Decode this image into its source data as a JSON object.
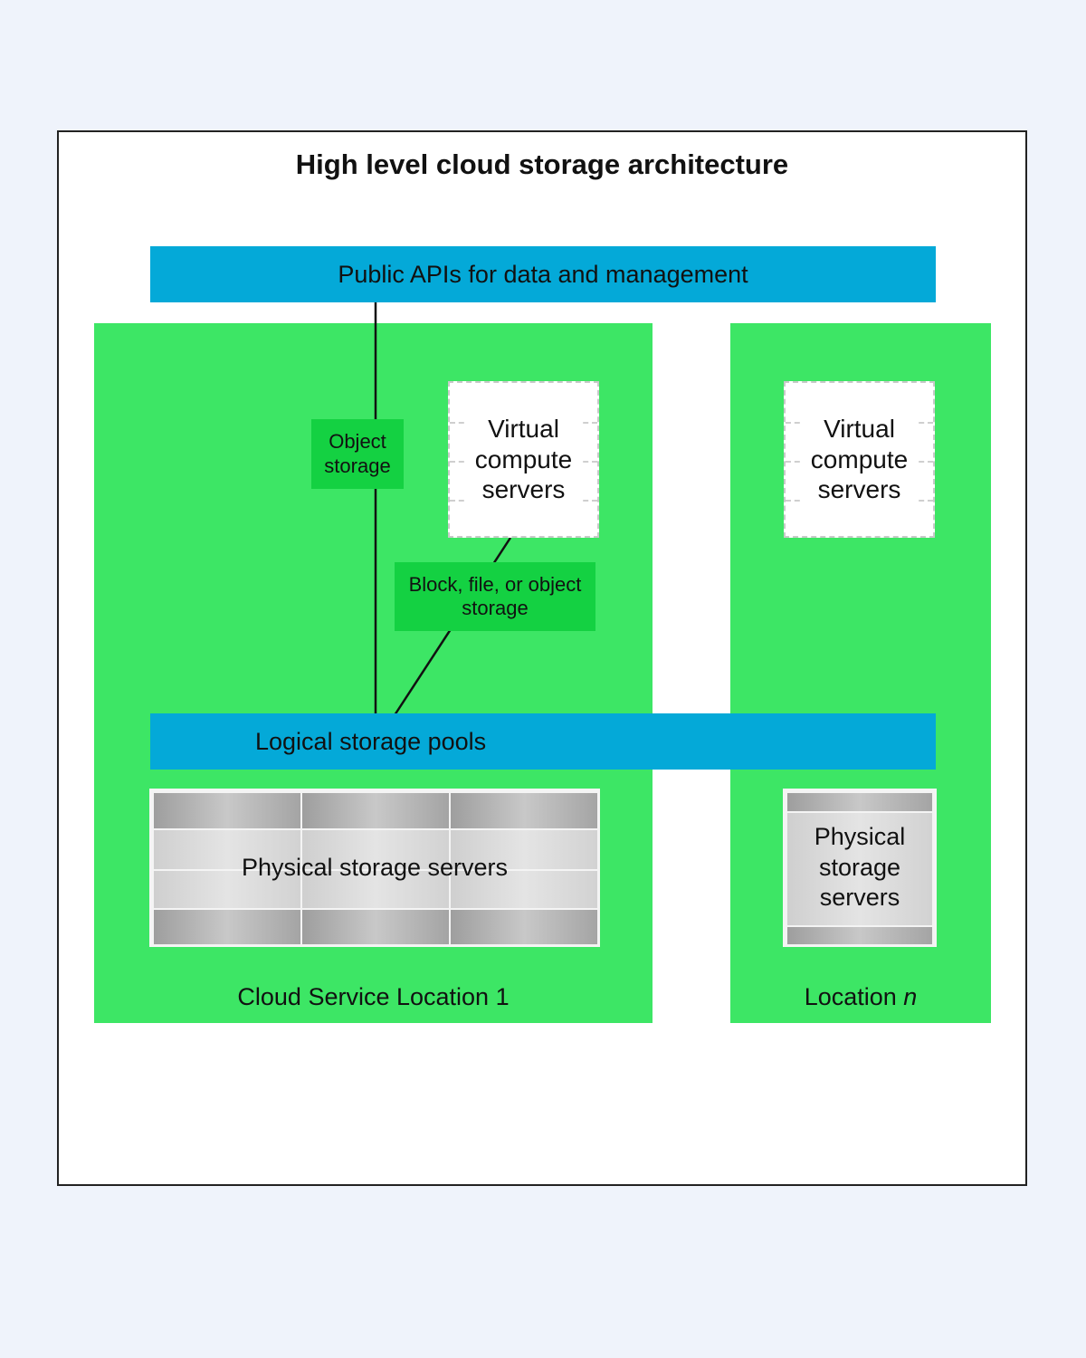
{
  "title": "High level cloud storage architecture",
  "public_api_bar": "Public APIs for data and management",
  "logical_pools_bar": "Logical storage pools",
  "location1": {
    "label": "Cloud Service Location 1",
    "object_storage_tag": "Object storage",
    "block_storage_tag": "Block, file, or object storage",
    "virtual_servers": "Virtual compute servers",
    "physical_servers": "Physical storage servers"
  },
  "location_n": {
    "label_prefix": "Location ",
    "label_var": "n",
    "virtual_servers": "Virtual compute servers",
    "physical_servers": "Physical storage servers"
  },
  "colors": {
    "location_fill": "#3de665",
    "bar_fill": "#04a9d8",
    "tag_fill": "#14d142",
    "background": "#eff3fb"
  }
}
